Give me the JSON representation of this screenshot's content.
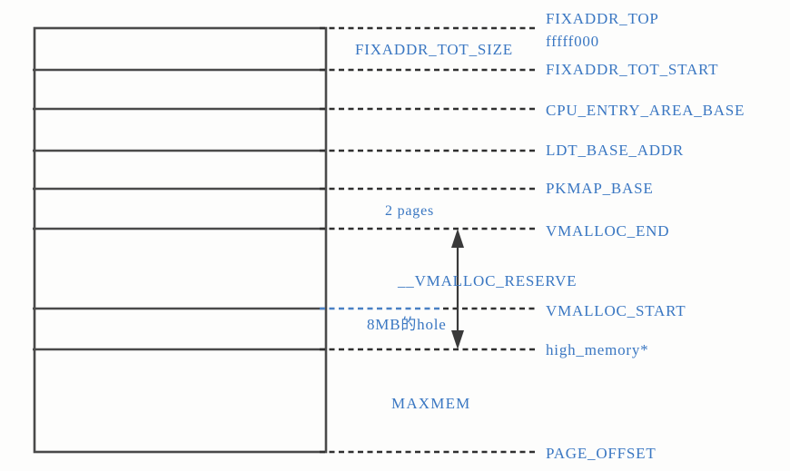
{
  "colors": {
    "background": "#fdfdfc",
    "label_blue": "#3a77c2",
    "box_line": "#4a4a4a",
    "dash_dark": "#303030",
    "dash_blue": "#4a80c4"
  },
  "memory_layout": {
    "right_labels": {
      "fixaddr_top": "FIXADDR_TOP",
      "fixaddr_top_value": "fffff000",
      "fixaddr_tot_start": "FIXADDR_TOT_START",
      "cpu_entry_area_base": "CPU_ENTRY_AREA_BASE",
      "ldt_base_addr": "LDT_BASE_ADDR",
      "pkmap_base": "PKMAP_BASE",
      "vmalloc_end": "VMALLOC_END",
      "vmalloc_start": "VMALLOC_START",
      "high_memory": "high_memory*",
      "page_offset": "PAGE_OFFSET"
    },
    "region_labels": {
      "fixaddr_tot_size": "FIXADDR_TOT_SIZE",
      "two_pages": "2 pages",
      "vmalloc_reserve": "__VMALLOC_RESERVE",
      "8mb_hole": "8MB的hole",
      "maxmem": "MAXMEM"
    }
  }
}
